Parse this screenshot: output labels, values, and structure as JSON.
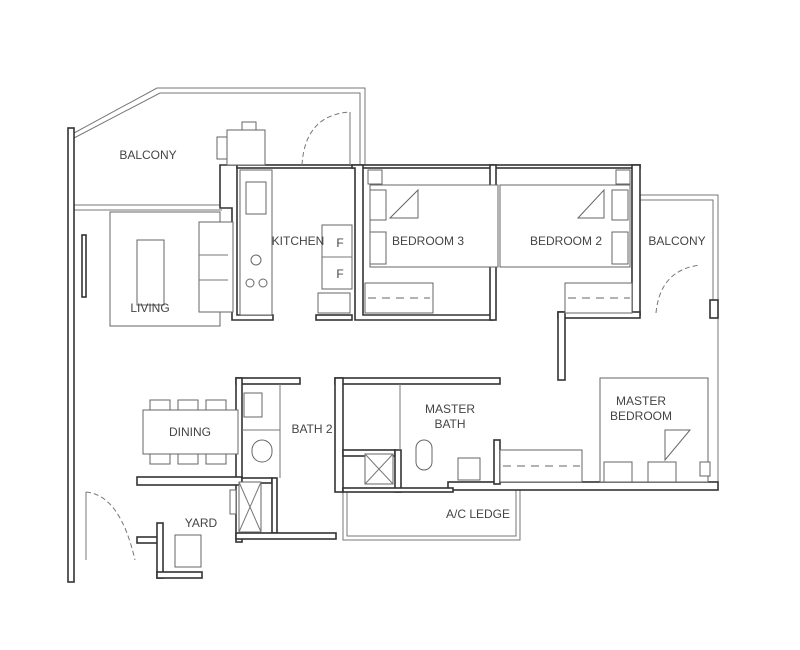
{
  "rooms": {
    "balcony_left": "BALCONY",
    "living": "LIVING",
    "kitchen": "KITCHEN",
    "fridge_1": "F",
    "fridge_2": "F",
    "bedroom_3": "BEDROOM 3",
    "bedroom_2": "BEDROOM 2",
    "balcony_right": "BALCONY",
    "dining": "DINING",
    "bath_2": "BATH 2",
    "master_bath_line1": "MASTER",
    "master_bath_line2": "BATH",
    "master_bedroom_line1": "MASTER",
    "master_bedroom_line2": "BEDROOM",
    "yard": "YARD",
    "ac_ledge": "A/C LEDGE"
  },
  "colors": {
    "wall": "#333333",
    "line": "#777777",
    "background": "#ffffff"
  }
}
